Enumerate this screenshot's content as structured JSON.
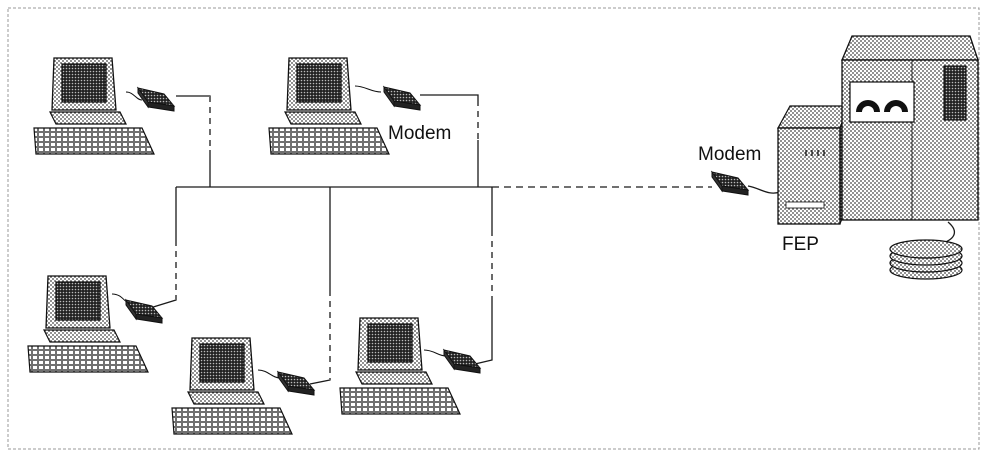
{
  "labels": {
    "modem_left": "Modem",
    "modem_right": "Modem",
    "fep": "FEP"
  },
  "colors": {
    "line": "#1a1a1a",
    "stipple": "#555555",
    "screen": "#3a3a3a",
    "paper": "#ffffff"
  },
  "icons": {
    "terminal": "desktop-computer-icon",
    "modem": "modem-icon",
    "front_end_processor": "front-end-processor-icon",
    "mainframe": "mainframe-computer-icon",
    "disk": "disk-pack-icon"
  },
  "terminals": [
    {
      "name": "terminal-1"
    },
    {
      "name": "terminal-2"
    },
    {
      "name": "terminal-3"
    },
    {
      "name": "terminal-4"
    },
    {
      "name": "terminal-5"
    }
  ]
}
